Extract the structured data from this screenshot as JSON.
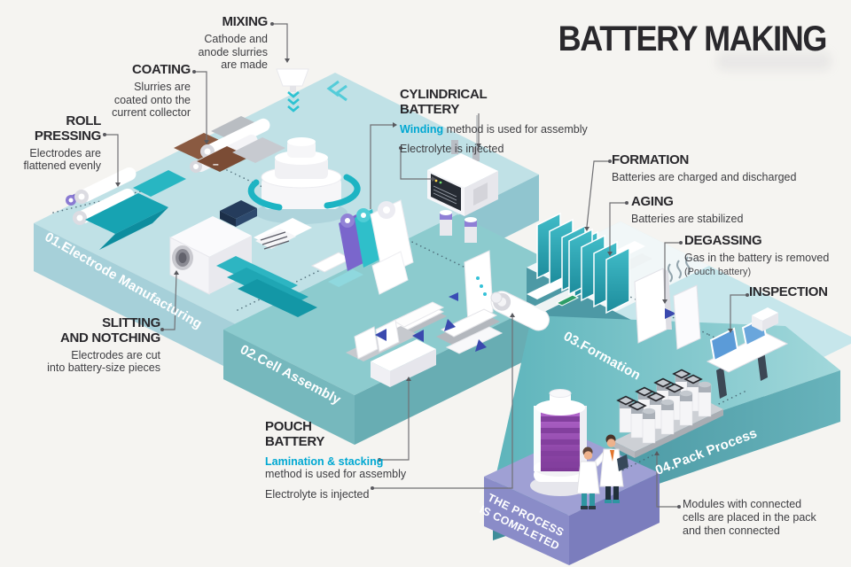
{
  "title": "BATTERY MAKING",
  "colors": {
    "accent": "#00a8d2",
    "ink": "#29282c",
    "body": "#3e3e42"
  },
  "stages": [
    {
      "label": "01.Electrode Manufacturing"
    },
    {
      "label": "02.Cell Assembly"
    },
    {
      "label": "03.Formation"
    },
    {
      "label": "04.Pack Process"
    }
  ],
  "banner": "THE PROCESS\nIS COMPLETED",
  "callouts": {
    "mixing": {
      "title": "MIXING",
      "desc": "Cathode and\nanode slurries\nare made"
    },
    "coating": {
      "title": "COATING",
      "desc": "Slurries are\ncoated onto the\ncurrent collector"
    },
    "roll_pressing": {
      "title": "ROLL\nPRESSING",
      "desc": "Electrodes are\nflattened evenly"
    },
    "slitting": {
      "title": "SLITTING\nAND NOTCHING",
      "desc": "Electrodes are cut\ninto battery-size pieces"
    },
    "cylindrical": {
      "title": "CYLINDRICAL\nBATTERY",
      "method_highlight": "Winding",
      "method_rest": " method is used for assembly",
      "note": "Electrolyte is injected"
    },
    "pouch": {
      "title": "POUCH\nBATTERY",
      "method_highlight": "Lamination & stacking",
      "method_rest": "method is used for assembly",
      "note": "Electrolyte is injected"
    },
    "formation": {
      "title": "FORMATION",
      "desc": "Batteries are charged and discharged"
    },
    "aging": {
      "title": "AGING",
      "desc": "Batteries are stabilized"
    },
    "degassing": {
      "title": "DEGASSING",
      "desc": "Gas in the battery is removed",
      "sub": "(Pouch battery)"
    },
    "inspection": {
      "title": "INSPECTION"
    },
    "pack_note": {
      "desc": "Modules with connected\ncells are placed in the pack\nand then connected"
    }
  }
}
